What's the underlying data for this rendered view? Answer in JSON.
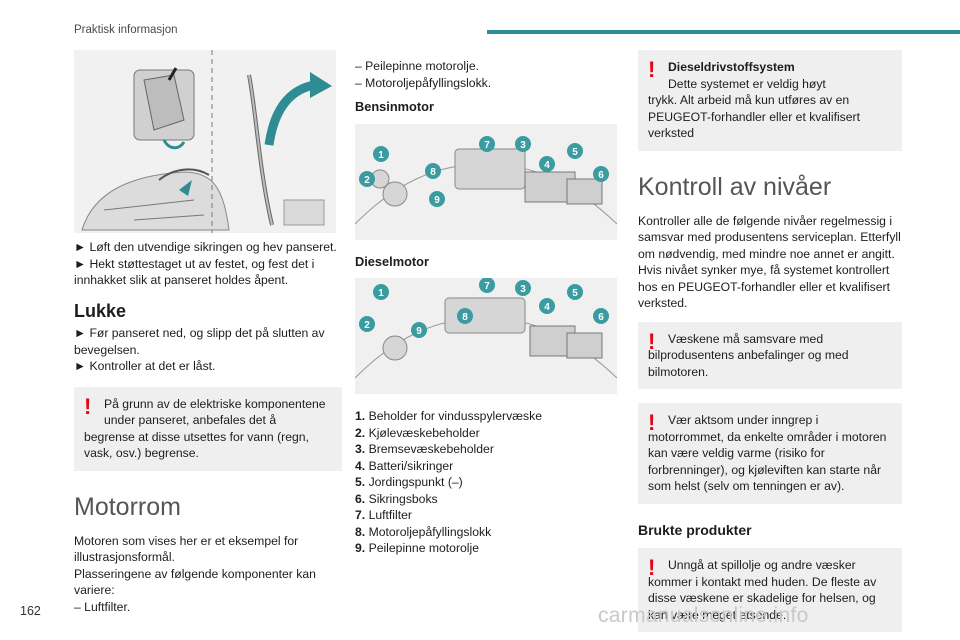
{
  "header": {
    "title": "Praktisk informasjon",
    "accent_color": "#2f8c92"
  },
  "page_number": "162",
  "watermark": "carmanualsonline.info",
  "col1": {
    "steps_open": [
      "► Løft den utvendige sikringen og hev panseret.",
      "► Hekt støttestaget ut av festet, og fest det i innhakket slik at panseret holdes åpent."
    ],
    "lukke_title": "Lukke",
    "steps_close": [
      "► Før panseret ned, og slipp det på slutten av bevegelsen.",
      "► Kontroller at det er låst."
    ],
    "warning_electric_first": "På grunn av de elektriske komponentene under panseret, anbefales det å",
    "warning_electric_rest": "begrense at disse utsettes for vann (regn, vask, osv.) begrense.",
    "motorrom_title": "Motorrom",
    "motorrom_text": [
      "Motoren som vises her er et eksempel for illustrasjonsformål.",
      "Plasseringene av følgende komponenter kan variere:",
      "– Luftfilter."
    ]
  },
  "col2": {
    "list_top": [
      "– Peilepinne motorolje.",
      "– Motoroljepåfyllingslokk."
    ],
    "bensin_title": "Bensinmotor",
    "diesel_title": "Dieselmotor",
    "callouts": [
      "1",
      "2",
      "3",
      "4",
      "5",
      "6",
      "7",
      "8",
      "9"
    ],
    "legend": [
      {
        "num": "1.",
        "text": "Beholder for vindusspylervæske"
      },
      {
        "num": "2.",
        "text": "Kjølevæskebeholder"
      },
      {
        "num": "3.",
        "text": "Bremsevæskebeholder"
      },
      {
        "num": "4.",
        "text": "Batteri/sikringer"
      },
      {
        "num": "5.",
        "text": "Jordingspunkt (–)"
      },
      {
        "num": "6.",
        "text": "Sikringsboks"
      },
      {
        "num": "7.",
        "text": "Luftfilter"
      },
      {
        "num": "8.",
        "text": "Motoroljepåfyllingslokk"
      },
      {
        "num": "9.",
        "text": "Peilepinne motorolje"
      }
    ],
    "callout_color": "#3a9ba0"
  },
  "col3": {
    "diesel_warn_title": "Dieseldrivstoffsystem",
    "diesel_warn_first": "Dette systemet er veldig høyt",
    "diesel_warn_rest": "trykk. Alt arbeid må kun utføres av en PEUGEOT-forhandler eller et kvalifisert verksted",
    "kontroll_title": "Kontroll av nivåer",
    "kontroll_text": "Kontroller alle de følgende nivåer regelmessig i samsvar med produsentens serviceplan. Etterfyll om nødvendig, med mindre noe annet er angitt. Hvis nivået synker mye, få systemet kontrollert hos en PEUGEOT-forhandler eller et kvalifisert verksted.",
    "warn_fluids_first": "Væskene må samsvare med",
    "warn_fluids_rest": "bilprodusentens anbefalinger og med bilmotoren.",
    "warn_hot_first": "Vær aktsom under inngrep i",
    "warn_hot_rest": "motorrommet, da enkelte områder i motoren kan være veldig varme (risiko for forbrenninger), og kjøleviften kan starte når som helst (selv om tenningen er av).",
    "brukte_title": "Brukte produkter",
    "warn_used_first": "Unngå at spillolje og andre væsker",
    "warn_used_rest": "kommer i kontakt med huden. De fleste av disse væskene er skadelige for helsen, og kan være meget etsende."
  },
  "warning_icon_color": "#e3051b"
}
